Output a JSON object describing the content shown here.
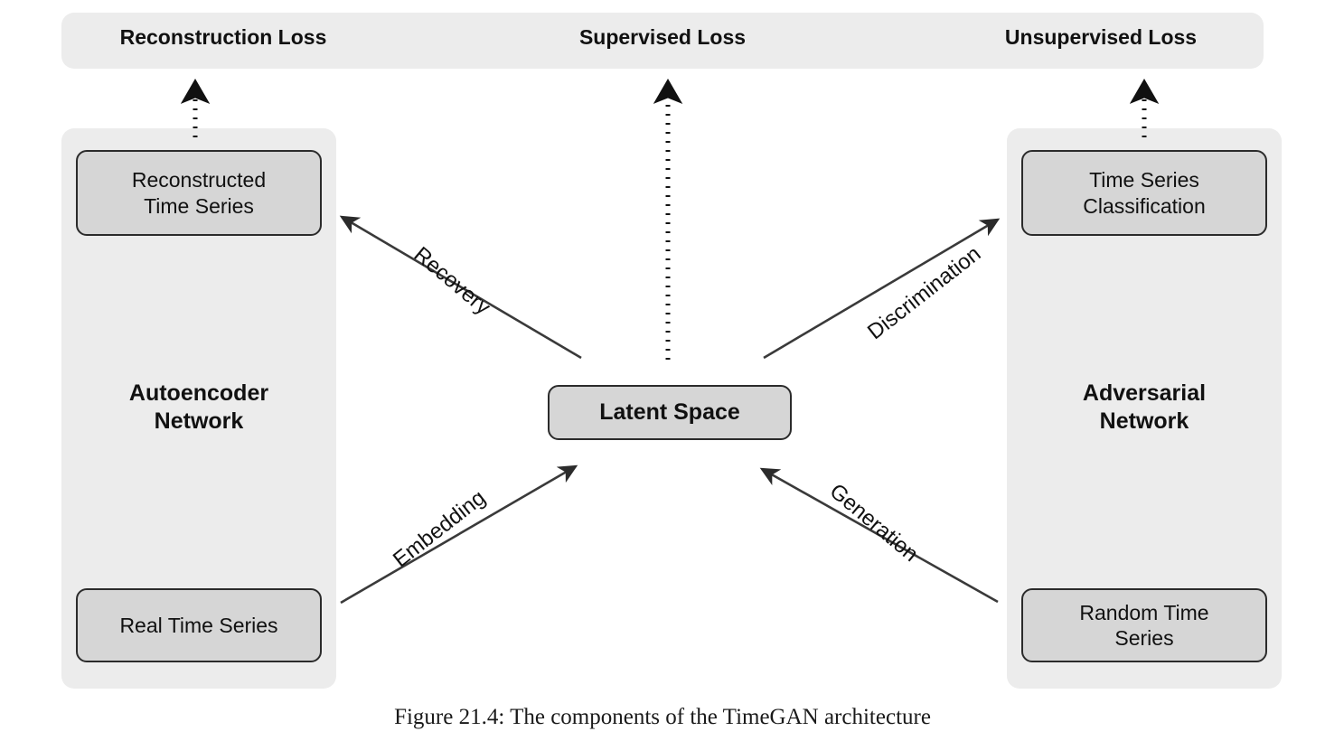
{
  "figure": {
    "caption": "Figure 21.4: The components of the TimeGAN architecture",
    "colors": {
      "page_background": "#ffffff",
      "panel_fill": "#ececec",
      "node_fill": "#d6d6d6",
      "node_border": "#2b2b2b",
      "text": "#111111",
      "arrow": "#333333"
    }
  },
  "losses": {
    "reconstruction": "Reconstruction Loss",
    "supervised": "Supervised Loss",
    "unsupervised": "Unsupervised Loss"
  },
  "networks": {
    "left": {
      "title": "Autoencoder\nNetwork",
      "title_line1": "Autoencoder",
      "title_line2": "Network"
    },
    "right": {
      "title": "Adversarial\nNetwork",
      "title_line1": "Adversarial",
      "title_line2": "Network"
    }
  },
  "nodes": {
    "reconstructed": {
      "line1": "Reconstructed",
      "line2": "Time Series"
    },
    "real": {
      "line1": "Real Time Series",
      "line2": ""
    },
    "classification": {
      "line1": "Time Series",
      "line2": "Classification"
    },
    "random": {
      "line1": "Random Time",
      "line2": "Series"
    },
    "latent": {
      "label": "Latent Space"
    }
  },
  "edges": {
    "recovery": "Recovery",
    "embedding": "Embedding",
    "discrimination": "Discrimination",
    "generation": "Generation"
  },
  "diagram_data": {
    "type": "diagram",
    "title": "TimeGAN architecture",
    "blocks": [
      {
        "id": "reconstructed-time-series",
        "group": "autoencoder-network",
        "label": "Reconstructed Time Series"
      },
      {
        "id": "real-time-series",
        "group": "autoencoder-network",
        "label": "Real Time Series"
      },
      {
        "id": "latent-space",
        "group": "shared",
        "label": "Latent Space"
      },
      {
        "id": "time-series-classification",
        "group": "adversarial-network",
        "label": "Time Series Classification"
      },
      {
        "id": "random-time-series",
        "group": "adversarial-network",
        "label": "Random Time Series"
      }
    ],
    "connections": [
      {
        "label": "Recovery",
        "from": "latent-space",
        "to": "reconstructed-time-series",
        "style": "solid"
      },
      {
        "label": "Embedding",
        "from": "real-time-series",
        "to": "latent-space",
        "style": "solid"
      },
      {
        "label": "Discrimination",
        "from": "latent-space",
        "to": "time-series-classification",
        "style": "solid"
      },
      {
        "label": "Generation",
        "from": "random-time-series",
        "to": "latent-space",
        "style": "solid"
      },
      {
        "label": "Reconstruction Loss",
        "from": "reconstructed-time-series",
        "to": "reconstruction-loss",
        "style": "dotted"
      },
      {
        "label": "Supervised Loss",
        "from": "latent-space",
        "to": "supervised-loss",
        "style": "dotted"
      },
      {
        "label": "Unsupervised Loss",
        "from": "time-series-classification",
        "to": "unsupervised-loss",
        "style": "dotted"
      }
    ]
  }
}
